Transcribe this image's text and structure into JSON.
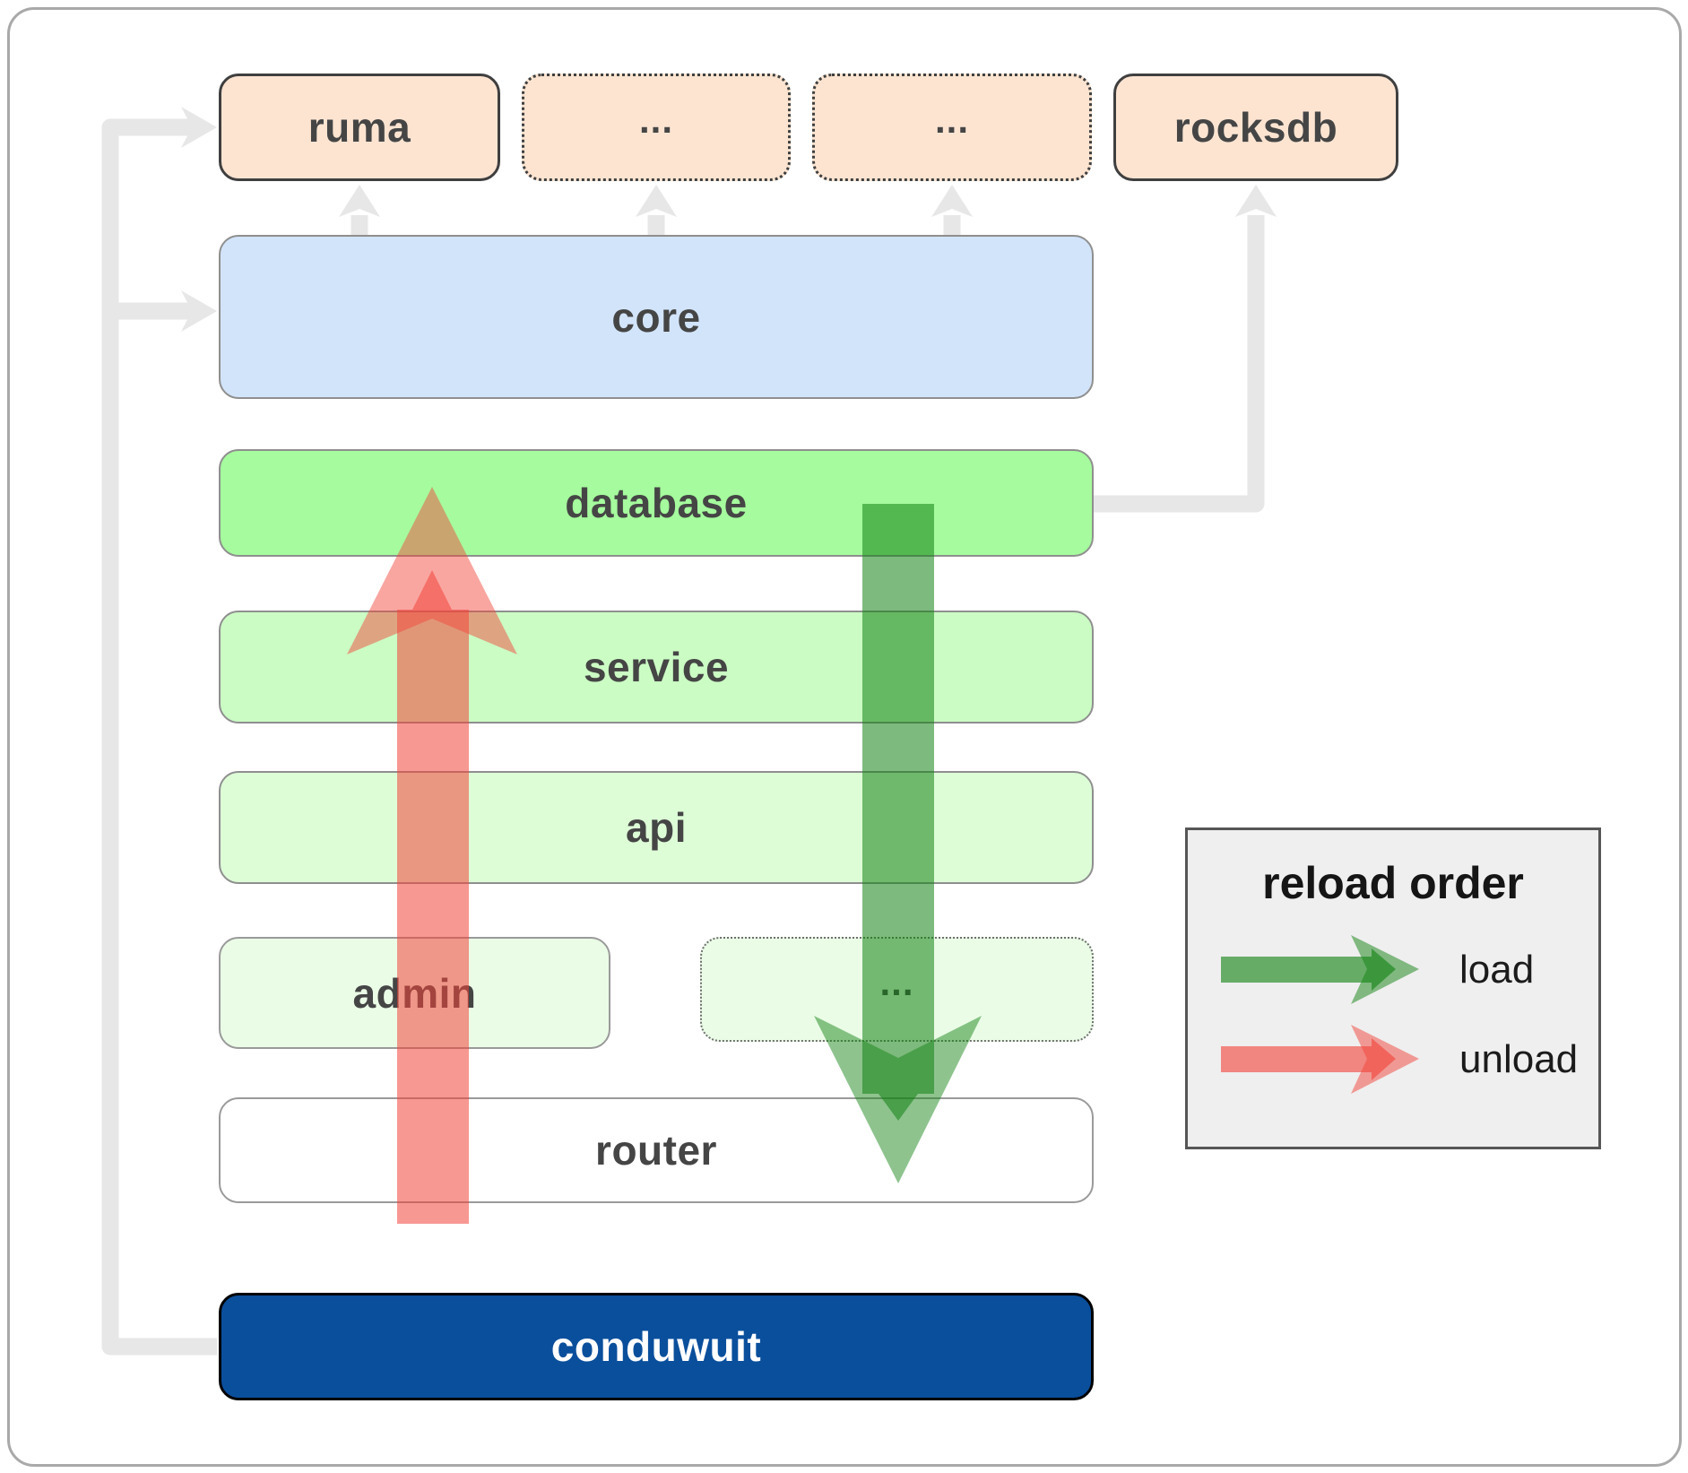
{
  "boxes": {
    "ruma": {
      "label": "ruma"
    },
    "ellipsis1": {
      "label": "..."
    },
    "ellipsis2": {
      "label": "..."
    },
    "rocksdb": {
      "label": "rocksdb"
    },
    "core": {
      "label": "core"
    },
    "database": {
      "label": "database"
    },
    "service": {
      "label": "service"
    },
    "api": {
      "label": "api"
    },
    "admin": {
      "label": "admin"
    },
    "ellipsis3": {
      "label": "..."
    },
    "router": {
      "label": "router"
    },
    "conduwuit": {
      "label": "conduwuit"
    }
  },
  "legend": {
    "title": "reload order",
    "load_label": "load",
    "unload_label": "unload"
  },
  "colors": {
    "load_green": "#128212",
    "unload_red": "#f2443a",
    "connector_gray": "#e7e7e7",
    "crate_peach": "#fce4d1",
    "core_blue": "#d2e4fa",
    "database_green": "#a5fb9d",
    "service_green": "#cbfcc4",
    "api_green": "#ddfdd7",
    "admin_green": "#eafce6",
    "conduwuit_blue": "#0a4f9c",
    "legend_bg": "#efefef"
  }
}
